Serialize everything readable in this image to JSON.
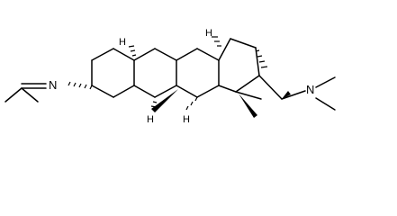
{
  "structure": {
    "atoms": {
      "imine_nitrogen": "N",
      "amine_nitrogen": "N",
      "h_c5": "H",
      "h_c9": "H",
      "h_c14": "H",
      "h_c8": "H"
    },
    "colors": {
      "bond": "#000000",
      "background": "#ffffff"
    }
  }
}
